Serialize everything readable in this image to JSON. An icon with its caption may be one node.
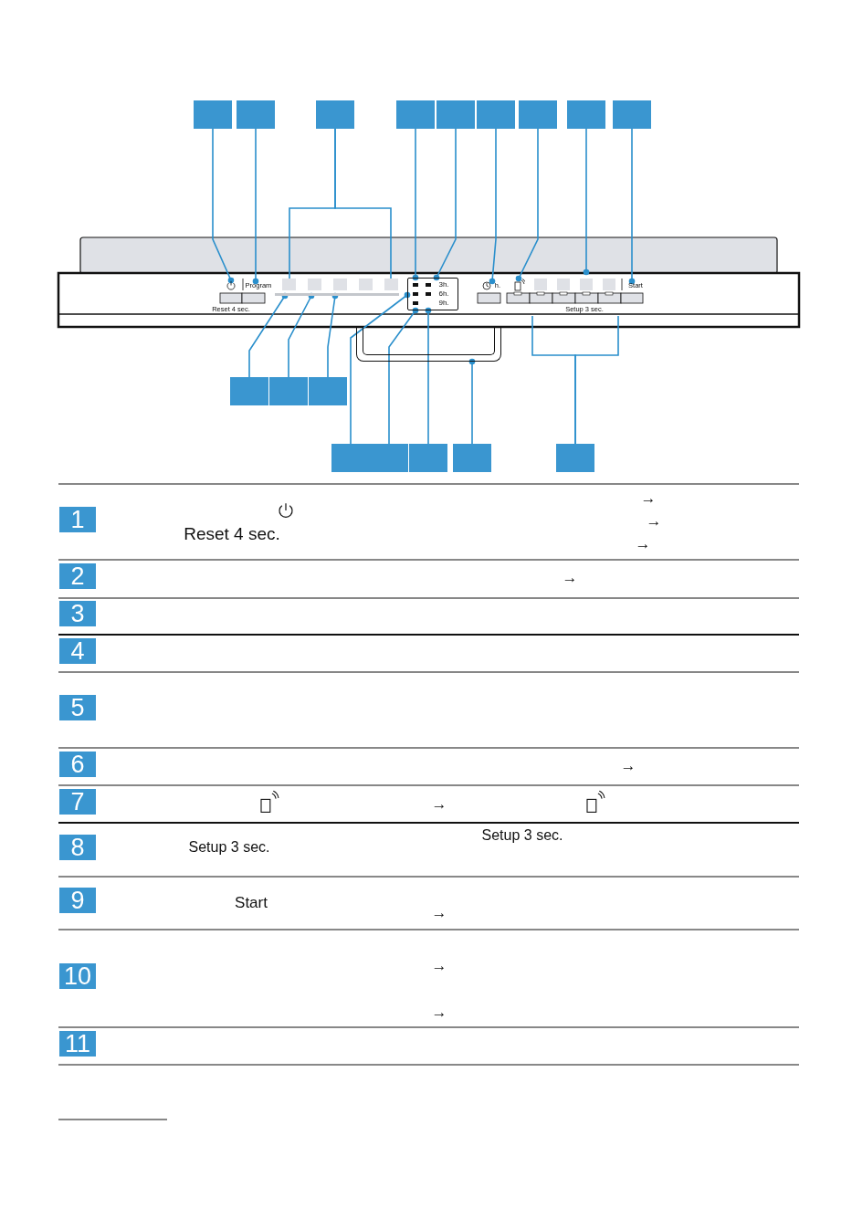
{
  "diagram": {
    "nodes": [
      {
        "text": [],
        "shape": "box"
      },
      {
        "text": [],
        "shape": "box"
      },
      {
        "text": [],
        "shape": "box"
      },
      {
        "text": [],
        "shape": "box"
      },
      {
        "text": [],
        "shape": "box"
      },
      {
        "text": [],
        "shape": "box"
      },
      {
        "text": [],
        "shape": "box"
      },
      {
        "text": [],
        "shape": "box"
      },
      {
        "text": [],
        "shape": "box"
      },
      {
        "text": [],
        "shape": "box"
      },
      {
        "text": [],
        "shape": "box"
      },
      {
        "text": [],
        "shape": "box"
      },
      {
        "text": [],
        "shape": "box"
      },
      {
        "text": [],
        "shape": "box"
      },
      {
        "text": [],
        "shape": "box"
      },
      {
        "text": [],
        "shape": "box"
      },
      {
        "text": [],
        "shape": "box"
      },
      {
        "text": [
          "3h.",
          "6h.",
          "9h."
        ]
      },
      {
        "text": [],
        "shape": "box"
      },
      {
        "text": [
          "1"
        ]
      },
      {
        "text": [
          "2"
        ]
      },
      {
        "text": [
          "3"
        ]
      },
      {
        "text": [
          "4"
        ]
      },
      {
        "text": [
          "5"
        ]
      },
      {
        "text": [
          "6"
        ]
      },
      {
        "text": [
          "7"
        ]
      },
      {
        "text": [
          "8"
        ]
      },
      {
        "text": [
          "9"
        ]
      },
      {
        "text": [
          "10"
        ]
      },
      {
        "text": [
          "11"
        ]
      },
      {
        "text": [],
        "shape": "icon"
      },
      {
        "text": [
          "Program"
        ]
      },
      {
        "text": [
          "h."
        ]
      },
      {
        "text": [],
        "shape": "icon"
      },
      {
        "text": [
          "Start"
        ]
      },
      {
        "text": [],
        "shape": "bar"
      },
      {
        "text": [],
        "shape": "box"
      }
    ],
    "edges": [
      {
        "from": 0,
        "to": 30,
        "arrow": "other"
      },
      {
        "from": 1,
        "to": 31,
        "arrow": "other"
      },
      {
        "from": 2,
        "to": 36,
        "arrow": "none"
      },
      {
        "from": 2,
        "to": 36,
        "arrow": "none"
      },
      {
        "from": 3,
        "to": 17,
        "arrow": "other"
      },
      {
        "from": 4,
        "to": 17,
        "arrow": "other"
      },
      {
        "from": 5,
        "to": 32,
        "arrow": "other"
      },
      {
        "from": 6,
        "to": 33,
        "arrow": "other"
      },
      {
        "from": 7,
        "to": null,
        "arrow": "other"
      },
      {
        "from": 8,
        "to": 34,
        "arrow": "other"
      },
      {
        "from": 9,
        "to": 35,
        "arrow": "other"
      },
      {
        "from": 10,
        "to": 35,
        "arrow": "other"
      },
      {
        "from": 11,
        "to": 35,
        "arrow": "other"
      },
      {
        "from": 12,
        "to": 17,
        "arrow": "other"
      },
      {
        "from": 13,
        "to": 17,
        "arrow": "other"
      },
      {
        "from": 14,
        "to": 17,
        "arrow": "other"
      },
      {
        "from": 15,
        "to": 18,
        "arrow": "other"
      },
      {
        "from": 16,
        "to": null,
        "arrow": "none"
      },
      {
        "from": 16,
        "to": null,
        "arrow": "none"
      }
    ],
    "labels": [
      "Reset 4 sec.",
      "Setup 3 sec.",
      "→",
      "Reset 4 sec.",
      "→",
      "→",
      "→",
      "→",
      "→",
      "Setup 3 sec.",
      "Setup 3 sec.",
      "Start",
      "→",
      "→",
      "→"
    ]
  }
}
